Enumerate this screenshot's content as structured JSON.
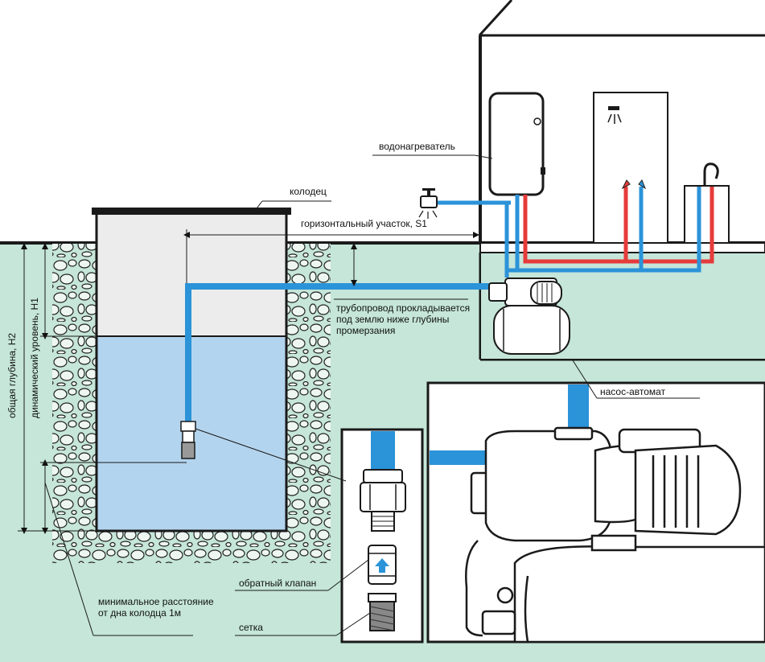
{
  "labels": {
    "well": "колодец",
    "horizontal_section": "горизонтальный участок, S1",
    "water_heater": "водонагреватель",
    "pipeline": "трубопровод прокладывается под землю ниже глубины промерзания",
    "pump_station": "насос-автомат",
    "check_valve": "обратный клапан",
    "strainer": "сетка",
    "min_distance": "минимальное расстояние от дна колодца 1м",
    "total_depth": "общая глубина, H2",
    "dynamic_level": "динамический уровень, H1"
  },
  "colors": {
    "ground": "#c5e6d9",
    "water": "#b3d4ee",
    "well_air": "#ececec",
    "cold_pipe": "#2b93d8",
    "hot_pipe": "#e63b3b",
    "outline": "#1a1a1a"
  }
}
